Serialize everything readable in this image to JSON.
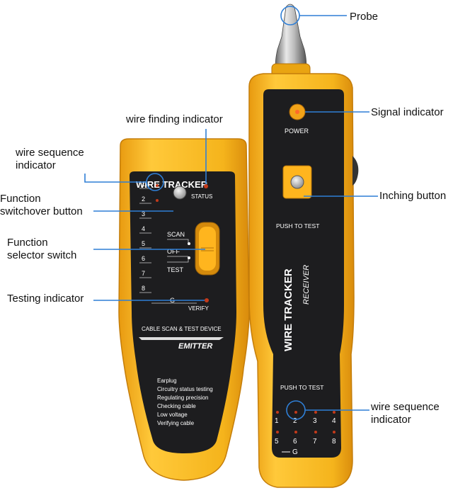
{
  "callouts": {
    "probe": "Probe",
    "signal_indicator": "Signal indicator",
    "inching_button": "Inching button",
    "wire_sequence_right": [
      "wire sequence",
      "indicator"
    ],
    "wire_finding": "wire finding indicator",
    "wire_sequence_left": [
      "wire sequence",
      "indicator"
    ],
    "function_switchover": [
      "Function",
      "switchover button"
    ],
    "function_selector": [
      "Function",
      "selector switch"
    ],
    "testing_indicator": "Testing indicator"
  },
  "emitter": {
    "title": "WIRE TRACKER",
    "status": "STATUS",
    "numbers": [
      "1",
      "2",
      "3",
      "4",
      "5",
      "6",
      "7",
      "8"
    ],
    "scan": "SCAN",
    "off": "OFF",
    "test": "TEST",
    "ground": "G",
    "verify": "VERIFY",
    "device_label": "CABLE SCAN & TEST DEVICE",
    "emitter_label": "EMITTER",
    "features": [
      "Earplug",
      "Circuitry status testing",
      "Regulating precision",
      "Checking cable",
      "Low voltage",
      "Verifying cable"
    ]
  },
  "receiver": {
    "power": "POWER",
    "push_to_test_top": "PUSH TO TEST",
    "brand": "WIRE TRACKER",
    "receiver_label": "RECEIVER",
    "push_to_test_bottom": "PUSH TO TEST",
    "numbers_row1": [
      "1",
      "2",
      "3",
      "4"
    ],
    "numbers_row2": [
      "5",
      "6",
      "7",
      "8"
    ],
    "ground": "G"
  },
  "colors": {
    "body_yellow": "#f5b41c",
    "panel_black": "#1d1d1f",
    "callout_line": "#2f7fd6",
    "led_red": "#c43a1a"
  }
}
